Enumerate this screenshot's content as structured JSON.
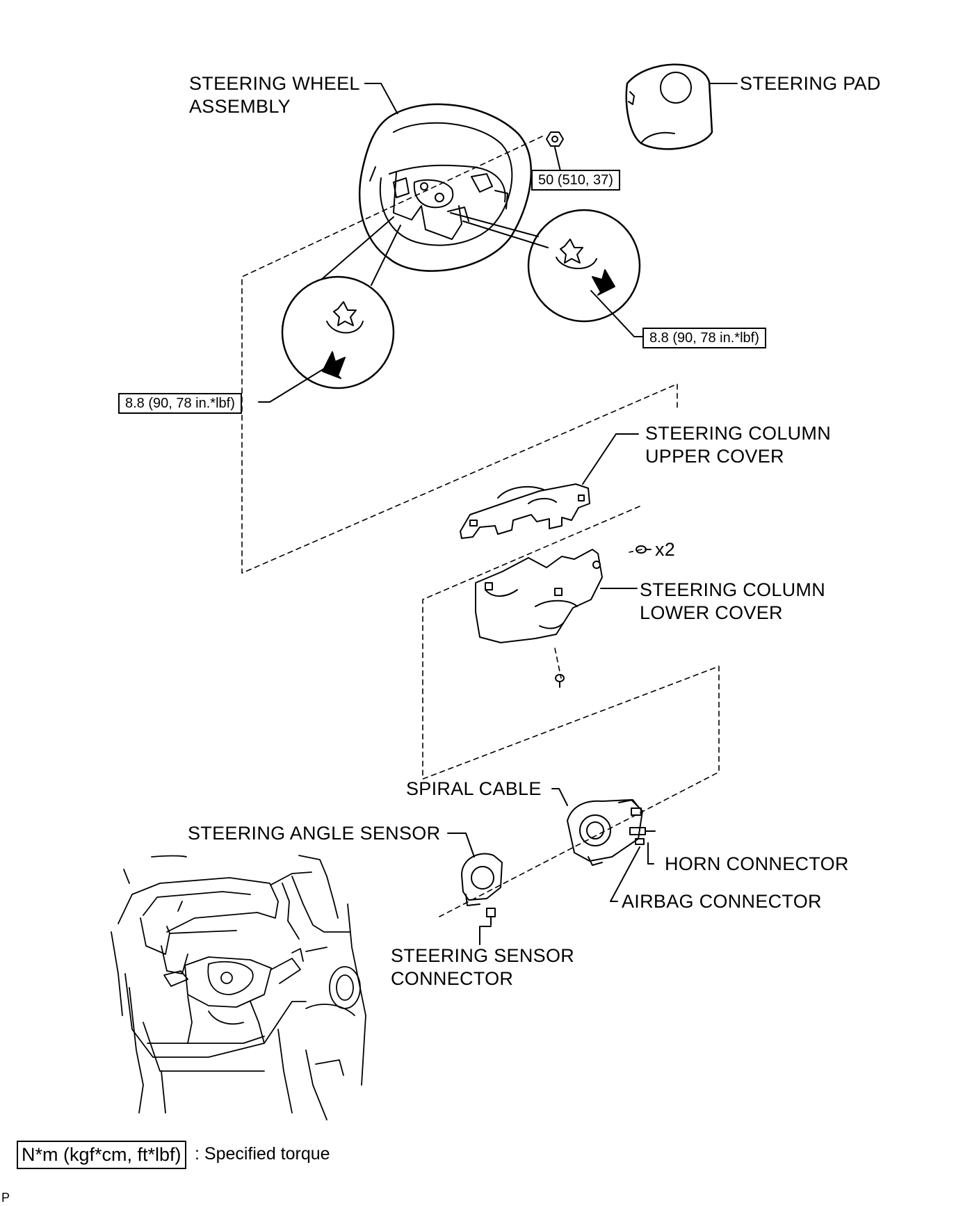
{
  "labels": {
    "steering_wheel_assembly": [
      "STEERING WHEEL",
      "ASSEMBLY"
    ],
    "steering_pad": "STEERING PAD",
    "steering_column_upper_cover": [
      "STEERING COLUMN",
      "UPPER COVER"
    ],
    "steering_column_lower_cover": [
      "STEERING COLUMN",
      "LOWER COVER"
    ],
    "screw_count": "x2",
    "spiral_cable": "SPIRAL CABLE",
    "steering_angle_sensor": "STEERING ANGLE SENSOR",
    "horn_connector": "HORN CONNECTOR",
    "airbag_connector": "AIRBAG CONNECTOR",
    "steering_sensor_connector": [
      "STEERING SENSOR",
      "CONNECTOR"
    ]
  },
  "torques": {
    "nut": "50 (510, 37)",
    "screw_right": "8.8 (90, 78 in.*lbf)",
    "screw_left": "8.8 (90, 78 in.*lbf)"
  },
  "legend": {
    "unit": "N*m (kgf*cm, ft*lbf)",
    "text": ": Specified torque"
  },
  "corner_code": "P"
}
